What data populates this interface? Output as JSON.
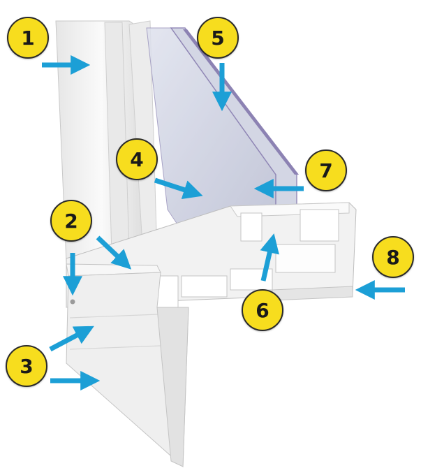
{
  "callouts": [
    {
      "id": "1",
      "label": "1"
    },
    {
      "id": "2",
      "label": "2"
    },
    {
      "id": "3",
      "label": "3"
    },
    {
      "id": "4",
      "label": "4"
    },
    {
      "id": "5",
      "label": "5"
    },
    {
      "id": "6",
      "label": "6"
    },
    {
      "id": "7",
      "label": "7"
    },
    {
      "id": "8",
      "label": "8"
    }
  ],
  "colors": {
    "callout_fill": "#f7dd1e",
    "callout_stroke": "#2a2a2a",
    "arrow": "#1c9fd6",
    "profile": "#f1f1f1",
    "glass": "#c9ccdc",
    "glass_edge": "#8c82b3"
  }
}
